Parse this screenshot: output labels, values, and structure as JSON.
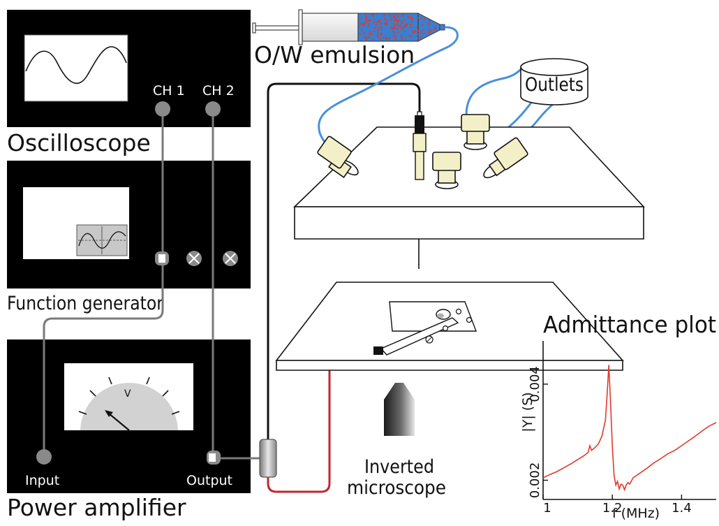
{
  "labels": {
    "oscilloscope": "Oscilloscope",
    "ch1": "CH 1",
    "ch2": "CH 2",
    "function_generator": "Function generator",
    "power_amplifier": "Power amplifier",
    "input": "Input",
    "output": "Output",
    "meter_unit": "V",
    "emulsion": "O/W emulsion",
    "outlets": "Outlets",
    "microscope_line1": "Inverted",
    "microscope_line2": "microscope"
  },
  "colors": {
    "panel": "#000000",
    "knob": "#8a8a8a",
    "wire_gray": "#7a7a7a",
    "tube_blue": "#4a90d9",
    "wire_red": "#c0272d",
    "fitting": "#f3f0c8",
    "emulsion_fill": "#3a7fd0",
    "droplet": "#d0403a",
    "plot_line": "#e03a2a"
  },
  "chart_data": {
    "type": "line",
    "title": "Admittance plot",
    "xlabel": "f (MHz)",
    "ylabel": "|Y| (S)",
    "xlim": [
      1.0,
      1.5
    ],
    "ylim": [
      0.0016,
      0.0049
    ],
    "xticks": [
      "1",
      "1.2",
      "1.4"
    ],
    "yticks": [
      "0.002",
      "0.004"
    ],
    "series": [
      {
        "x": [
          1.0,
          1.02,
          1.04,
          1.06,
          1.08,
          1.1,
          1.12,
          1.13,
          1.135,
          1.14,
          1.15,
          1.16,
          1.17,
          1.18,
          1.185,
          1.19,
          1.195,
          1.2,
          1.205,
          1.21,
          1.215,
          1.22,
          1.225,
          1.23,
          1.235,
          1.24,
          1.245,
          1.25,
          1.26,
          1.28,
          1.3,
          1.32,
          1.34,
          1.36,
          1.38,
          1.4,
          1.42,
          1.44,
          1.46,
          1.48,
          1.5
        ],
        "y": [
          0.00205,
          0.00212,
          0.00218,
          0.00226,
          0.00234,
          0.00243,
          0.00252,
          0.00258,
          0.00272,
          0.00262,
          0.00268,
          0.00276,
          0.00292,
          0.00325,
          0.0038,
          0.0044,
          0.0036,
          0.0027,
          0.0021,
          0.0019,
          0.00198,
          0.00182,
          0.00192,
          0.0019,
          0.0018,
          0.0019,
          0.00195,
          0.00192,
          0.00205,
          0.00215,
          0.00225,
          0.00236,
          0.00245,
          0.00255,
          0.00262,
          0.00272,
          0.00282,
          0.00292,
          0.00303,
          0.00313,
          0.0032
        ]
      }
    ]
  }
}
